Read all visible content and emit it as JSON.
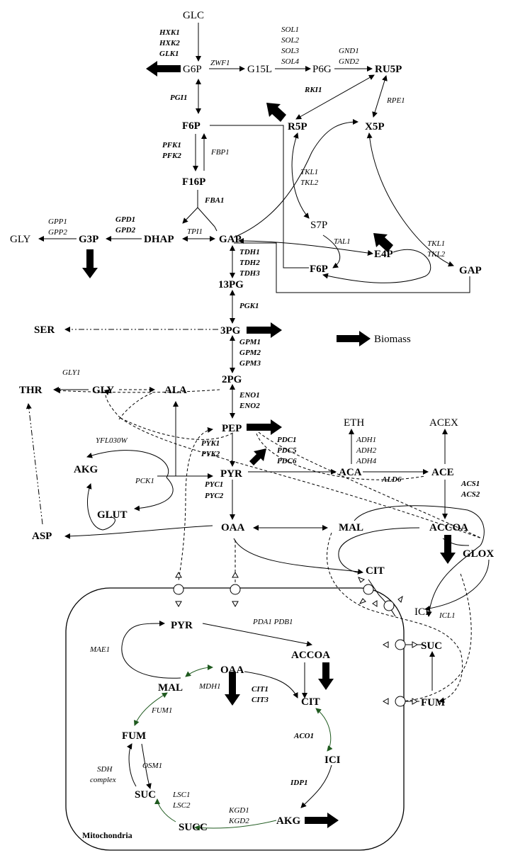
{
  "diagram": {
    "metabolites": {
      "glc": "GLC",
      "g6p": "G6P",
      "g15l": "G15L",
      "p6g": "P6G",
      "ru5p": "RU5P",
      "r5p": "R5P",
      "x5p": "X5P",
      "f6p": "F6P",
      "f16p": "F16P",
      "s7p": "S7P",
      "e4p": "E4P",
      "f6p2": "F6P",
      "gap2": "GAP",
      "gly": "GLY",
      "g3p": "G3P",
      "dhap": "DHAP",
      "gap": "GAP",
      "p13pg": "13PG",
      "ser": "SER",
      "p3pg": "3PG",
      "biomass": "Biomass",
      "p2pg": "2PG",
      "thr": "THR",
      "gly2": "GLY",
      "ala": "ALA",
      "pep": "PEP",
      "eth": "ETH",
      "acex": "ACEX",
      "akg": "AKG",
      "pyr": "PYR",
      "aca": "ACA",
      "ace": "ACE",
      "glut": "GLUT",
      "asp": "ASP",
      "oaa": "OAA",
      "mal": "MAL",
      "accoa": "ACCOA",
      "glox": "GLOX",
      "cit": "CIT",
      "ici": "ICI",
      "suc": "SUC",
      "fum": "FUM",
      "m_pyr": "PYR",
      "m_accoa": "ACCOA",
      "m_oaa": "OAA",
      "m_mal": "MAL",
      "m_cit": "CIT",
      "m_fum": "FUM",
      "m_ici": "ICI",
      "m_suc": "SUC",
      "m_akg": "AKG",
      "m_succ": "SUCC",
      "mito": "Mitochondria"
    },
    "enzymes": {
      "hxk1": "HXK1",
      "hxk2": "HXK2",
      "glk1": "GLK1",
      "zwf1": "ZWF1",
      "sol1": "SOL1",
      "sol2": "SOL2",
      "sol3": "SOL3",
      "sol4": "SOL4",
      "gnd1": "GND1",
      "gnd2": "GND2",
      "rki1": "RKI1",
      "rpe1": "RPE1",
      "pgi1": "PGI1",
      "pfk1": "PFK1",
      "pfk2": "PFK2",
      "fbp1": "FBP1",
      "tkl1a": "TKL1",
      "tkl2a": "TKL2",
      "fba1": "FBA1",
      "gpp1": "GPP1",
      "gpp2": "GPP2",
      "gpd1": "GPD1",
      "gpd2": "GPD2",
      "tpi1": "TPI1",
      "tal1": "TAL1",
      "tkl1b": "TKL1",
      "tkl2b": "TKL2",
      "tdh1": "TDH1",
      "tdh2": "TDH2",
      "tdh3": "TDH3",
      "pgk1": "PGK1",
      "gpm1": "GPM1",
      "gpm2": "GPM2",
      "gpm3": "GPM3",
      "gly1": "GLY1",
      "eno1": "ENO1",
      "eno2": "ENO2",
      "yfl030w": "YFL030W",
      "pyk1": "PYK1",
      "pyk2": "PYK2",
      "pdc1": "PDC1",
      "pdc5": "PDC5",
      "pdc6": "PDC6",
      "adh1": "ADH1",
      "adh2": "ADH2",
      "adh4": "ADH4",
      "pck1": "PCK1",
      "ald6": "ALD6",
      "pyc1": "PYC1",
      "pyc2": "PYC2",
      "acs1": "ACS1",
      "acs2": "ACS2",
      "icl1": "ICL1",
      "pda1pdb1": "PDA1 PDB1",
      "mae1": "MAE1",
      "mdh1": "MDH1",
      "cit1": "CIT1",
      "cit3": "CIT3",
      "fum1": "FUM1",
      "aco1": "ACO1",
      "sdh1": "SDH",
      "sdh2": "complex",
      "osm1": "OSM1",
      "idp1": "IDP1",
      "lsc1": "LSC1",
      "lsc2": "LSC2",
      "kgd1": "KGD1",
      "kgd2": "KGD2"
    }
  }
}
